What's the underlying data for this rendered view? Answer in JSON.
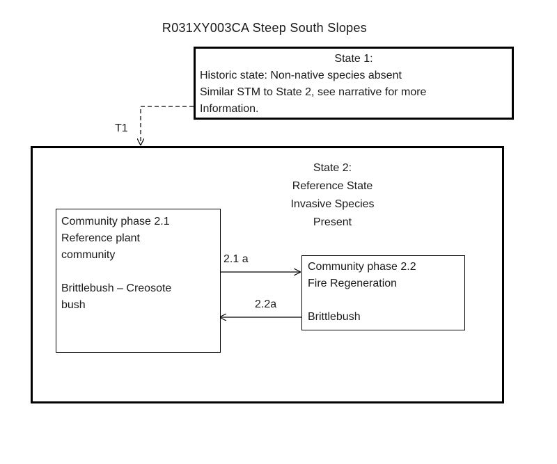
{
  "title": "R031XY003CA Steep South Slopes",
  "state1": {
    "heading": "State 1:",
    "line1": "Historic state: Non-native species absent",
    "line2": "Similar STM to State 2,  see narrative for more",
    "line3": "Information."
  },
  "transition_t1": "T1",
  "state2": {
    "line1": "State 2:",
    "line2": "Reference State",
    "line3": "Invasive Species",
    "line4": "Present"
  },
  "phase_2_1": {
    "line1": "Community phase 2.1",
    "line2": "Reference plant",
    "line3": "community",
    "line4": "Brittlebush – Creosote",
    "line5": "bush"
  },
  "phase_2_2": {
    "line1": "Community phase 2.2",
    "line2": "Fire Regeneration",
    "line3": "Brittlebush"
  },
  "pathway_2_1a": "2.1 a",
  "pathway_2_2a": "2.2a"
}
